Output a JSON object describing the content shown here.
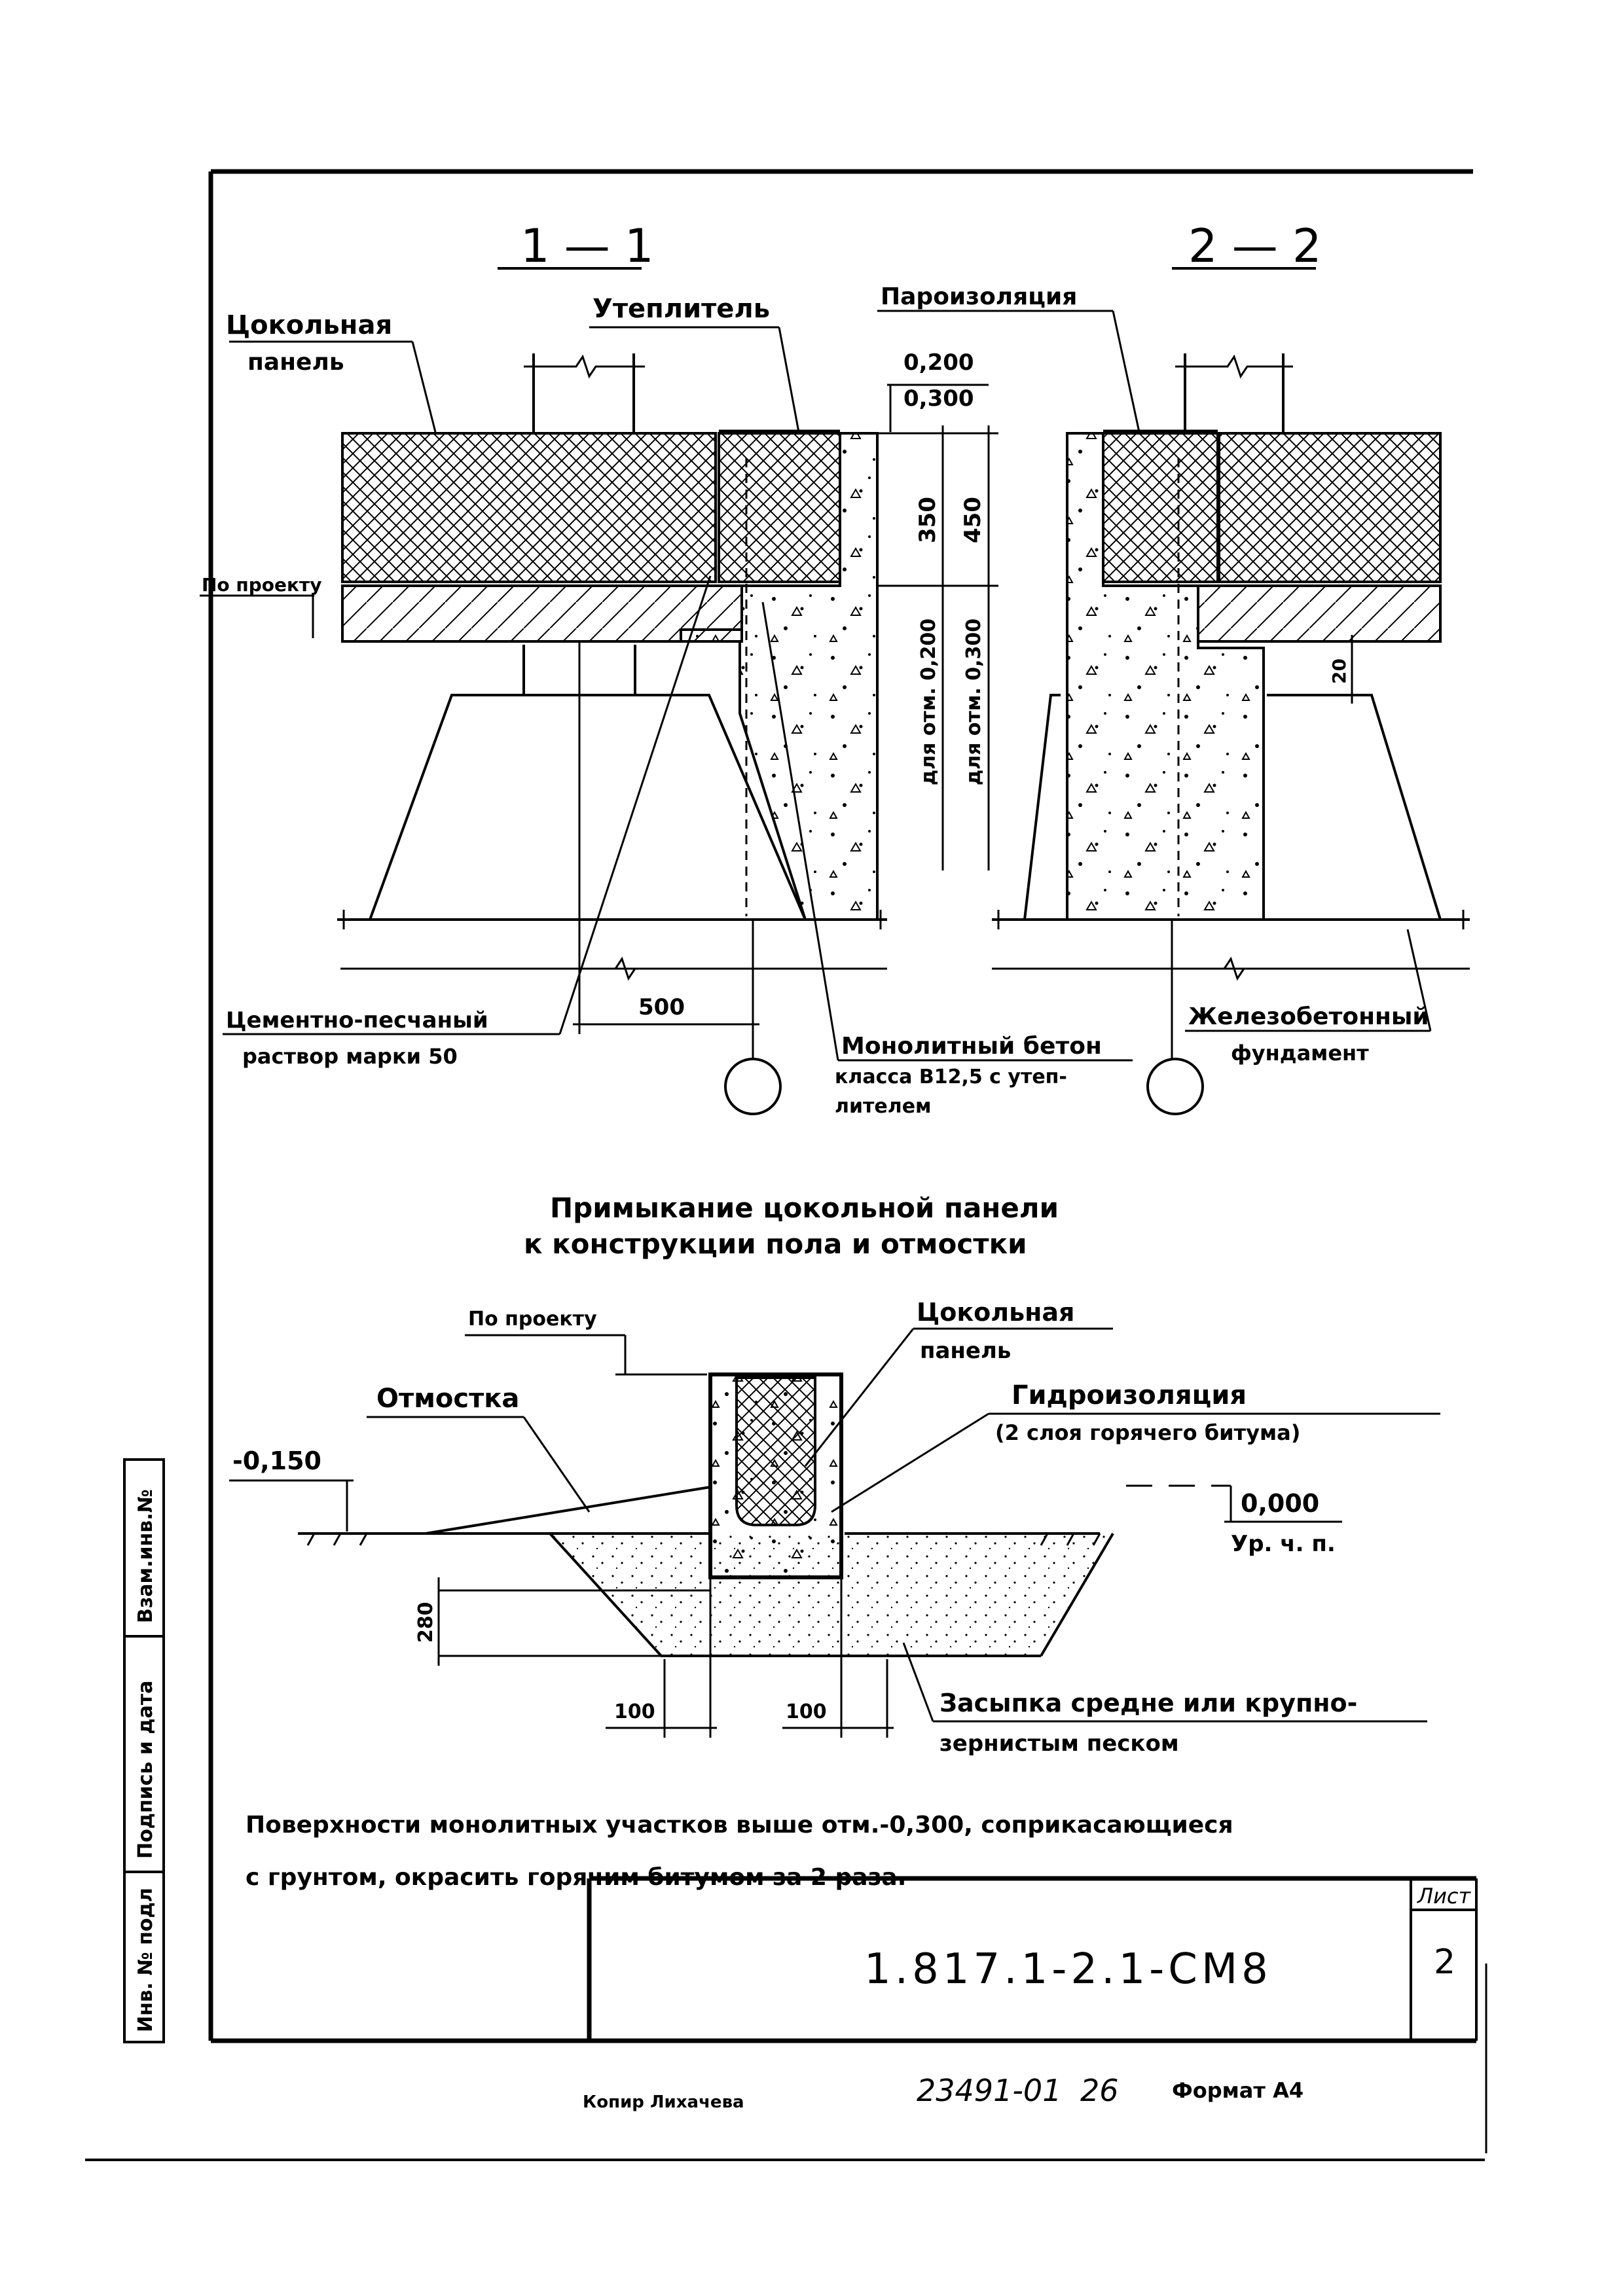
{
  "section_1": {
    "title": "1 — 1"
  },
  "section_2": {
    "title": "2 — 2"
  },
  "labels": {
    "tsokolnaya_1": "Цокольная",
    "panel_1": "панель",
    "uteplitel": "Утеплитель",
    "paroizolyatsiya": "Пароизоляция",
    "po_proektu_1": "По проекту",
    "cement_1": "Цементно-песчаный",
    "cement_2": "раствор марки 50",
    "monolith_1": "Монолитный бетон",
    "monolith_2": "класса В12,5 с утеп-",
    "monolith_3": "лителем",
    "zhb_1": "Железобетонный",
    "zhb_2": "фундамент"
  },
  "dimensions": {
    "elev_200": "0,200",
    "elev_300": "0,300",
    "d350": "350",
    "d450": "450",
    "for_200": "для отм. 0,200",
    "for_300": "для отм. 0,300",
    "d500": "500",
    "d20": "20",
    "d280": "280",
    "d100a": "100",
    "d100b": "100",
    "elev_neg150": "-0,150",
    "elev_000": "0,000",
    "ur_chp": "Ур. ч. п."
  },
  "detail": {
    "title_1": "Примыкание цокольной панели",
    "title_2": "к конструкции пола и отмостки",
    "po_proektu": "По проекту",
    "tsokolnaya": "Цокольная",
    "panel": "панель",
    "otmostka": "Отмостка",
    "gidro_1": "Гидроизоляция",
    "gidro_2": "(2 слоя горячего битума)",
    "zasypka_1": "Засыпка средне или крупно-",
    "zasypka_2": "зернистым песком"
  },
  "note": {
    "line_1": "Поверхности монолитных участков выше отм.-0,300, соприкасающиеся",
    "line_2": "с грунтом, окрасить горячим битумом за 2 раза."
  },
  "side_stamp": {
    "inv_podl": "Инв. № подл",
    "podpis": "Подпись и дата",
    "vzam": "Взам.инв.№"
  },
  "title_block": {
    "code": "1.817.1-2.1-СМ8",
    "sheet_label": "Лист",
    "sheet_number": "2"
  },
  "footer": {
    "copy": "Копир Лихачева",
    "number": "23491-01",
    "sheet": "26",
    "format": "Формат А4"
  }
}
